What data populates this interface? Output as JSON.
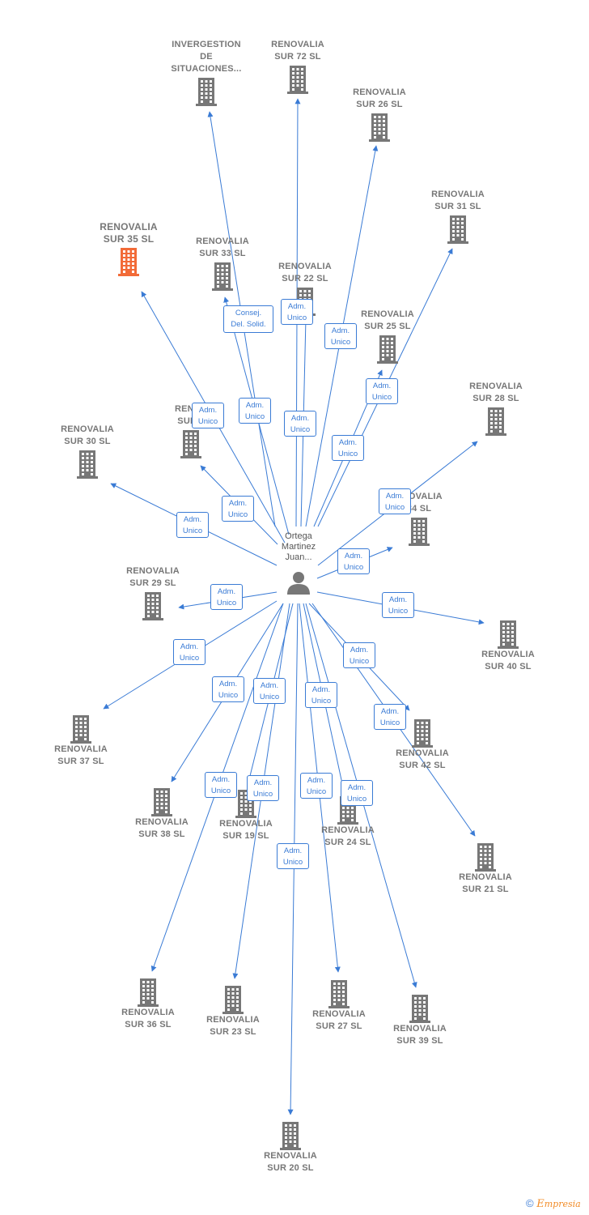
{
  "center": {
    "label": "Ortega Martinez Juan..."
  },
  "colors": {
    "edge": "#3a7bd5",
    "building": "#777777",
    "highlight": "#f26b38"
  },
  "companies": [
    {
      "id": "invergestion",
      "lines": [
        "INVERGESTION",
        "DE",
        "SITUACIONES..."
      ],
      "highlight": false
    },
    {
      "id": "sur72",
      "lines": [
        "RENOVALIA",
        "SUR 72  SL"
      ],
      "highlight": false
    },
    {
      "id": "sur26",
      "lines": [
        "RENOVALIA",
        "SUR 26  SL"
      ],
      "highlight": false
    },
    {
      "id": "sur31",
      "lines": [
        "RENOVALIA",
        "SUR 31  SL"
      ],
      "highlight": false
    },
    {
      "id": "sur35",
      "lines": [
        "RENOVALIA",
        "SUR 35  SL"
      ],
      "highlight": true
    },
    {
      "id": "sur33",
      "lines": [
        "RENOVALIA",
        "SUR 33  SL"
      ],
      "highlight": false
    },
    {
      "id": "sur22",
      "lines": [
        "RENOVALIA",
        "SUR 22  SL"
      ],
      "highlight": false
    },
    {
      "id": "sur25",
      "lines": [
        "RENOVALIA",
        "SUR 25  SL"
      ],
      "highlight": false
    },
    {
      "id": "sur3x",
      "lines": [
        "RENOV",
        "SUR 3"
      ],
      "highlight": false
    },
    {
      "id": "sur30",
      "lines": [
        "RENOVALIA",
        "SUR 30  SL"
      ],
      "highlight": false
    },
    {
      "id": "sur28",
      "lines": [
        "RENOVALIA",
        "SUR 28  SL"
      ],
      "highlight": false
    },
    {
      "id": "sur34",
      "lines": [
        "ENOVALIA",
        "34  SL"
      ],
      "highlight": false
    },
    {
      "id": "sur29",
      "lines": [
        "RENOVALIA",
        "SUR 29  SL"
      ],
      "highlight": false
    },
    {
      "id": "sur40",
      "lines": [
        "RENOVALIA",
        "SUR 40  SL"
      ],
      "highlight": false
    },
    {
      "id": "sur37",
      "lines": [
        "RENOVALIA",
        "SUR 37  SL"
      ],
      "highlight": false
    },
    {
      "id": "sur42",
      "lines": [
        "RENOVALIA",
        "SUR 42  SL"
      ],
      "highlight": false
    },
    {
      "id": "sur38",
      "lines": [
        "RENOVALIA",
        "SUR 38  SL"
      ],
      "highlight": false
    },
    {
      "id": "sur19",
      "lines": [
        "RENOVALIA",
        "SUR 19  SL"
      ],
      "highlight": false
    },
    {
      "id": "sur24",
      "lines": [
        "RENOVALIA",
        "SUR 24  SL"
      ],
      "highlight": false
    },
    {
      "id": "sur21",
      "lines": [
        "RENOVALIA",
        "SUR 21  SL"
      ],
      "highlight": false
    },
    {
      "id": "sur36",
      "lines": [
        "RENOVALIA",
        "SUR 36  SL"
      ],
      "highlight": false
    },
    {
      "id": "sur23",
      "lines": [
        "RENOVALIA",
        "SUR 23  SL"
      ],
      "highlight": false
    },
    {
      "id": "sur27",
      "lines": [
        "RENOVALIA",
        "SUR 27  SL"
      ],
      "highlight": false
    },
    {
      "id": "sur39",
      "lines": [
        "RENOVALIA",
        "SUR 39  SL"
      ],
      "highlight": false
    },
    {
      "id": "sur20",
      "lines": [
        "RENOVALIA",
        "SUR 20  SL"
      ],
      "highlight": false
    }
  ],
  "relations": [
    {
      "target": "invergestion",
      "lines": [
        "Consej.",
        "Del.  Solid."
      ]
    },
    {
      "target": "sur72",
      "lines": [
        "Adm.",
        "Unico"
      ]
    },
    {
      "target": "sur26",
      "lines": [
        "Adm.",
        "Unico"
      ]
    },
    {
      "target": "sur31",
      "lines": [
        "Adm.",
        "Unico"
      ]
    },
    {
      "target": "sur35",
      "lines": [
        "Adm.",
        "Unico"
      ]
    },
    {
      "target": "sur33",
      "lines": [
        "Adm.",
        "Unico"
      ]
    },
    {
      "target": "sur22",
      "lines": [
        "Adm.",
        "Unico"
      ]
    },
    {
      "target": "sur25",
      "lines": [
        "Adm.",
        "Unico"
      ]
    },
    {
      "target": "sur3x",
      "lines": [
        "Adm.",
        "Unico"
      ]
    },
    {
      "target": "sur30",
      "lines": [
        "Adm.",
        "Unico"
      ]
    },
    {
      "target": "sur28",
      "lines": [
        "Adm.",
        "Unico"
      ]
    },
    {
      "target": "sur34",
      "lines": [
        "Adm.",
        "Unico"
      ]
    },
    {
      "target": "sur29",
      "lines": [
        "Adm.",
        "Unico"
      ]
    },
    {
      "target": "sur40",
      "lines": [
        "Adm.",
        "Unico"
      ]
    },
    {
      "target": "sur37",
      "lines": [
        "Adm.",
        "Unico"
      ]
    },
    {
      "target": "sur42",
      "lines": [
        "Adm.",
        "Unico"
      ]
    },
    {
      "target": "sur38",
      "lines": [
        "Adm.",
        "Unico"
      ]
    },
    {
      "target": "sur19",
      "lines": [
        "Adm.",
        "Unico"
      ]
    },
    {
      "target": "sur24",
      "lines": [
        "Adm.",
        "Unico"
      ]
    },
    {
      "target": "sur21",
      "lines": [
        "Adm.",
        "Unico"
      ]
    },
    {
      "target": "sur36",
      "lines": [
        "Adm.",
        "Unico"
      ]
    },
    {
      "target": "sur23",
      "lines": [
        "Adm.",
        "Unico"
      ]
    },
    {
      "target": "sur27",
      "lines": [
        "Adm.",
        "Unico"
      ]
    },
    {
      "target": "sur39",
      "lines": [
        "Adm.",
        "Unico"
      ]
    },
    {
      "target": "sur20",
      "lines": [
        "Adm.",
        "Unico"
      ]
    }
  ],
  "footer": {
    "copyright": "©",
    "brand_first": "E",
    "brand_rest": "mpresia"
  }
}
